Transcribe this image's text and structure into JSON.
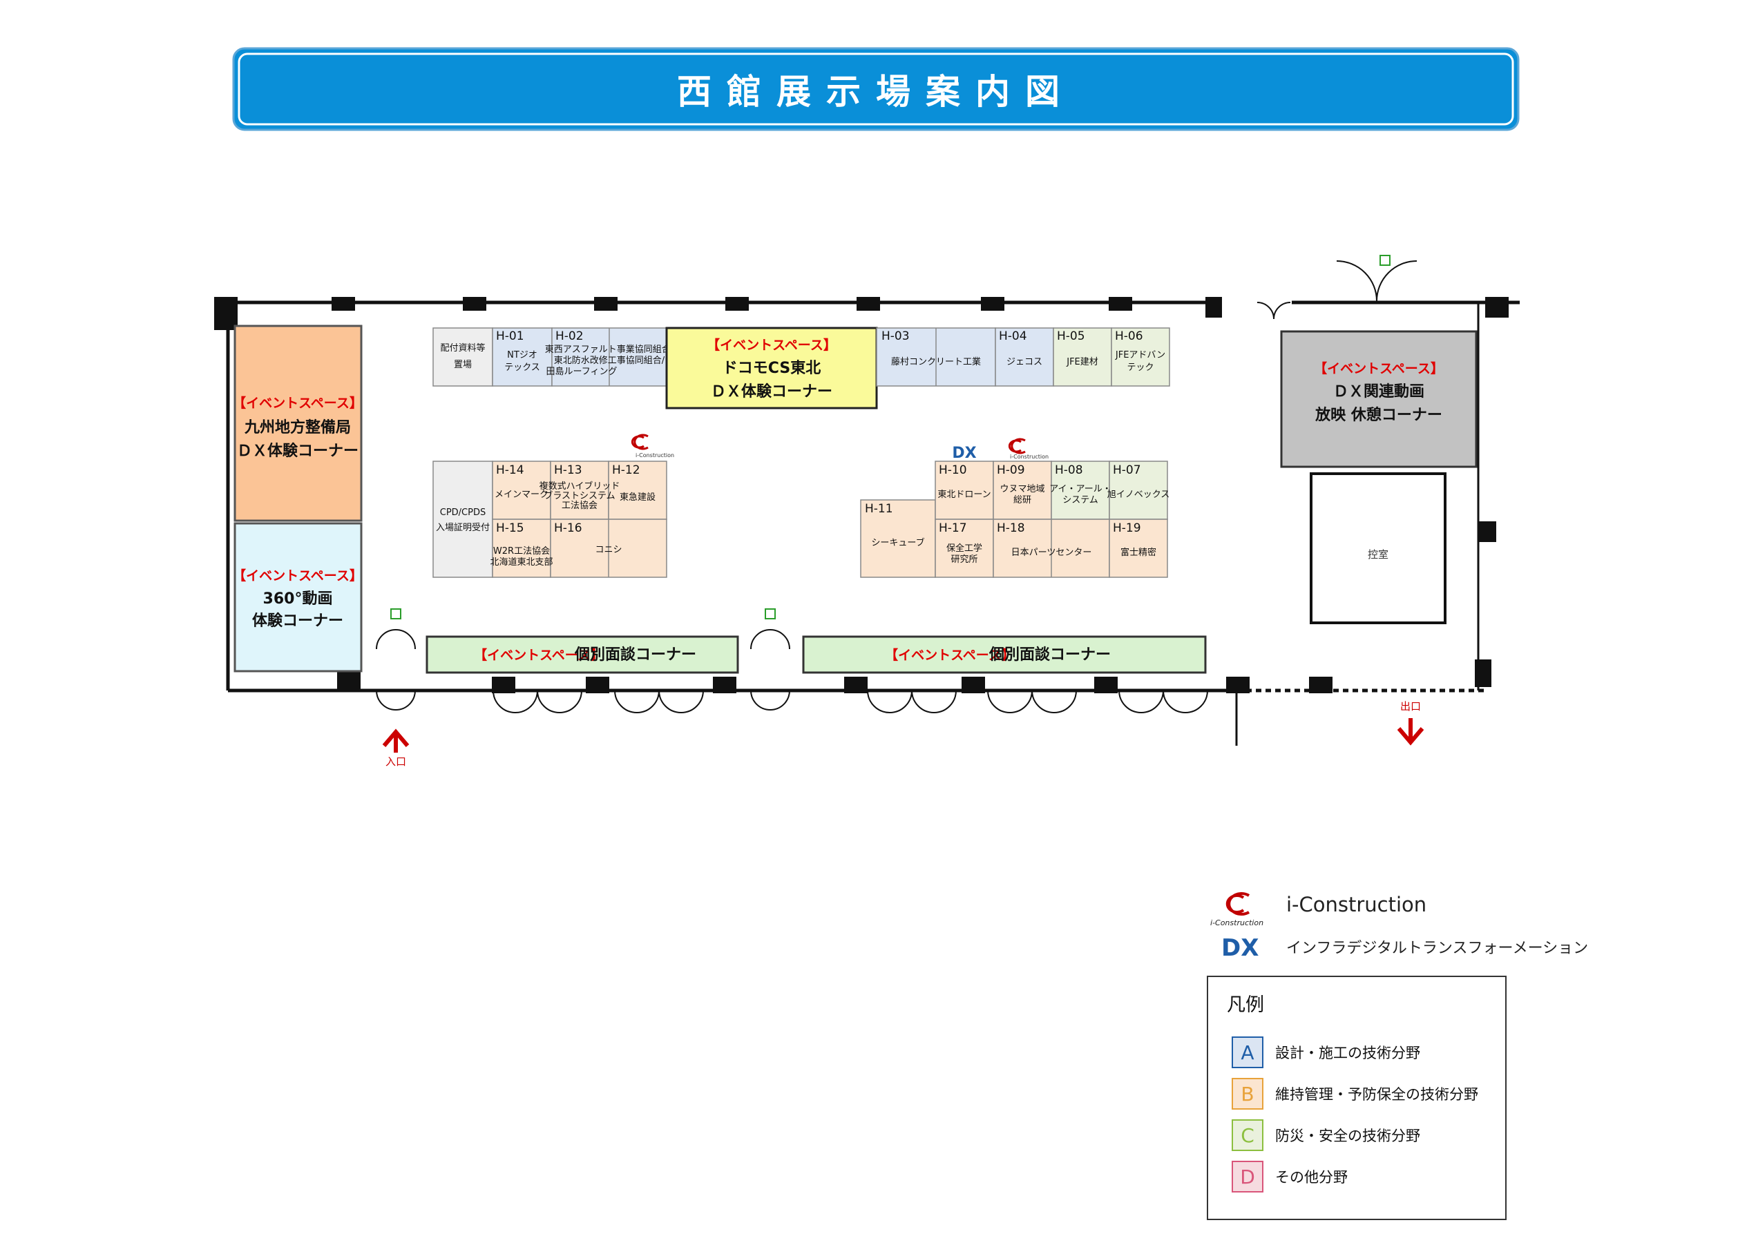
{
  "title": "西館展示場案内図",
  "colors": {
    "title_bg": "#0a8fd8",
    "category_A": "#dbe5f3",
    "category_B": "#fbe5d0",
    "category_C": "#eaf1dd",
    "category_D": "#f6dbe0",
    "other_booth": "#eeeeee",
    "dx_corner": "#fafa9a",
    "orange_event": "#fbc496",
    "cyan_event": "#dff5fb",
    "gray_event": "#c2c2c2",
    "interview": "#d9f2d0",
    "arrow": "#cc0000"
  },
  "event_tag": "【イベントスペース】",
  "events": {
    "kyushu": {
      "lines": [
        "九州地方整備局",
        "ＤＸ体験コーナー"
      ]
    },
    "vr360": {
      "lines": [
        "360°動画",
        "体験コーナー"
      ]
    },
    "docomo": {
      "lines": [
        "ドコモCS東北",
        "ＤＸ体験コーナー"
      ]
    },
    "dxvideo": {
      "lines": [
        "ＤＸ関連動画",
        "放映 休憩コーナー"
      ]
    },
    "interview1": {
      "label": "個別面談コーナー"
    },
    "interview2": {
      "label": "個別面談コーナー"
    }
  },
  "booths": [
    {
      "id": "",
      "name": [
        "配付資料等",
        "置場"
      ],
      "cat": "other"
    },
    {
      "id": "H-01",
      "name": [
        "NTジオ",
        "テックス"
      ],
      "cat": "A"
    },
    {
      "id": "H-02",
      "name": [
        "東西アスファルト事業協同組合/",
        "東北防水改修工事協同組合/",
        "田島ルーフィング"
      ],
      "cat": "A"
    },
    {
      "id": "H-03",
      "name": [
        "藤村コンクリート工業"
      ],
      "cat": "A"
    },
    {
      "id": "H-04",
      "name": [
        "ジェコス"
      ],
      "cat": "A"
    },
    {
      "id": "H-05",
      "name": [
        "JFE建材"
      ],
      "cat": "C"
    },
    {
      "id": "H-06",
      "name": [
        "JFEアドバン",
        "テック"
      ],
      "cat": "C"
    },
    {
      "id": "",
      "name": [
        "CPD/CPDS",
        "入場証明受付"
      ],
      "cat": "other"
    },
    {
      "id": "H-14",
      "name": [
        "メインマーク"
      ],
      "cat": "B"
    },
    {
      "id": "H-13",
      "name": [
        "複数式ハイブリッド",
        "ブラストシステム",
        "工法協会"
      ],
      "cat": "B"
    },
    {
      "id": "H-12",
      "name": [
        "東急建設"
      ],
      "cat": "B"
    },
    {
      "id": "H-15",
      "name": [
        "W2R工法協会",
        "北海道東北支部"
      ],
      "cat": "B"
    },
    {
      "id": "H-16",
      "name": [
        "コニシ"
      ],
      "cat": "B"
    },
    {
      "id": "H-11",
      "name": [
        "シーキューブ"
      ],
      "cat": "B"
    },
    {
      "id": "H-10",
      "name": [
        "東北ドローン"
      ],
      "cat": "B"
    },
    {
      "id": "H-09",
      "name": [
        "ウヌマ地域",
        "総研"
      ],
      "cat": "B"
    },
    {
      "id": "H-08",
      "name": [
        "アイ・アール・",
        "システム"
      ],
      "cat": "C"
    },
    {
      "id": "H-07",
      "name": [
        "旭イノベックス"
      ],
      "cat": "C"
    },
    {
      "id": "H-17",
      "name": [
        "保全工学",
        "研究所"
      ],
      "cat": "B"
    },
    {
      "id": "H-18",
      "name": [
        "日本パーツセンター"
      ],
      "cat": "B"
    },
    {
      "id": "H-19",
      "name": [
        "富士精密"
      ],
      "cat": "B"
    }
  ],
  "marks": {
    "dx": "DX",
    "iconstruction_small": "i-Construction"
  },
  "rooms": {
    "control": "控室"
  },
  "signs": {
    "entrance": "入口",
    "exit": "出口"
  },
  "key": {
    "iconstruction": {
      "logo": "i-Construction",
      "label": "i-Construction"
    },
    "dx": {
      "mark": "DX",
      "label": "インフラデジタルトランスフォーメーション"
    }
  },
  "legend": {
    "title": "凡例",
    "items": [
      {
        "letter": "A",
        "label": "設計・施工の技術分野"
      },
      {
        "letter": "B",
        "label": "維持管理・予防保全の技術分野"
      },
      {
        "letter": "C",
        "label": "防災・安全の技術分野"
      },
      {
        "letter": "D",
        "label": "その他分野"
      }
    ]
  }
}
